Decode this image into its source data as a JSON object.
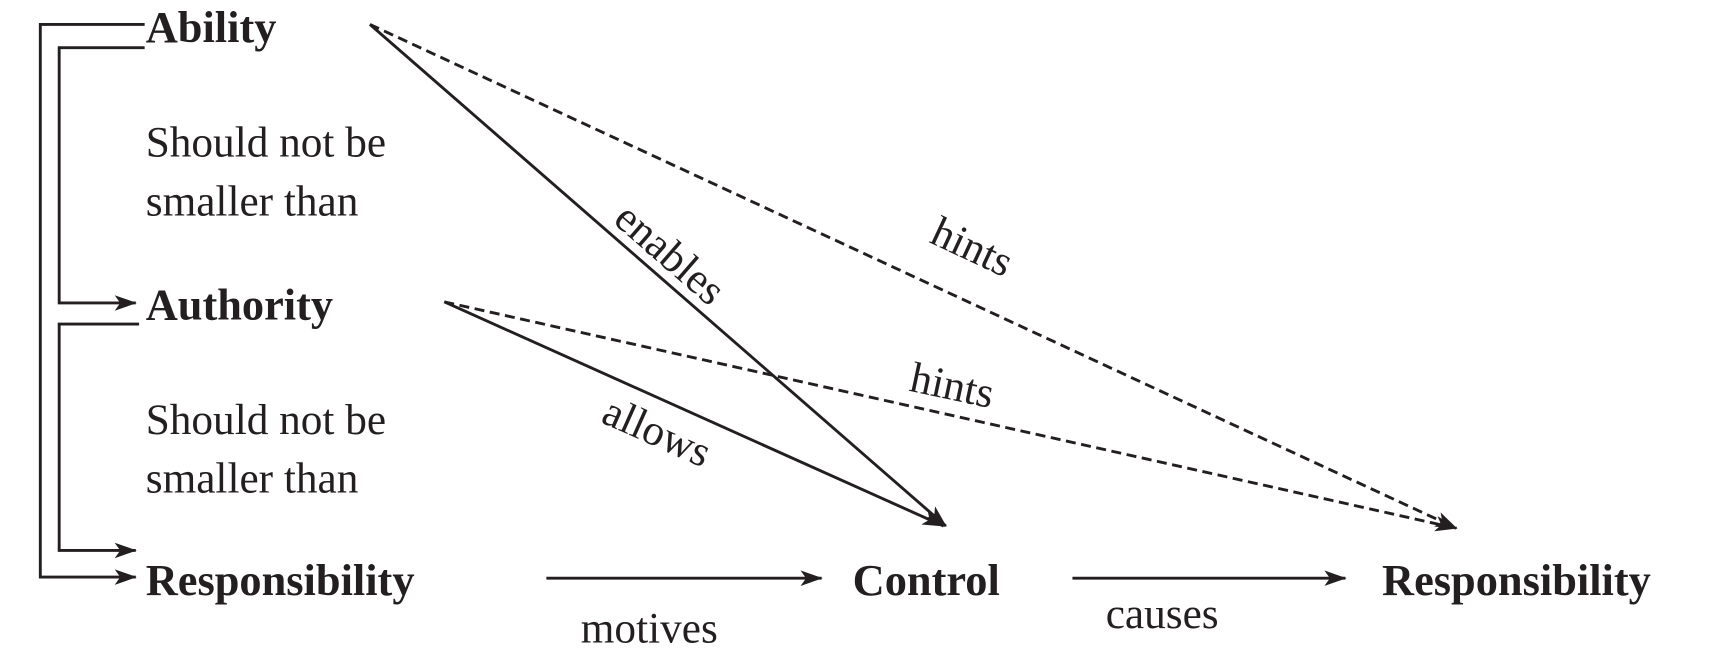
{
  "nodes": {
    "ability": "Ability",
    "authority": "Authority",
    "responsibility_left": "Responsibility",
    "control": "Control",
    "responsibility_right": "Responsibility"
  },
  "constraints": [
    {
      "line1": "Should not be",
      "line2": "smaller than"
    },
    {
      "line1": "Should not be",
      "line2": "smaller than"
    }
  ],
  "edges": {
    "enables": "enables",
    "allows": "allows",
    "hints_ability": "hints",
    "hints_authority": "hints",
    "motives": "motives",
    "causes": "causes"
  }
}
